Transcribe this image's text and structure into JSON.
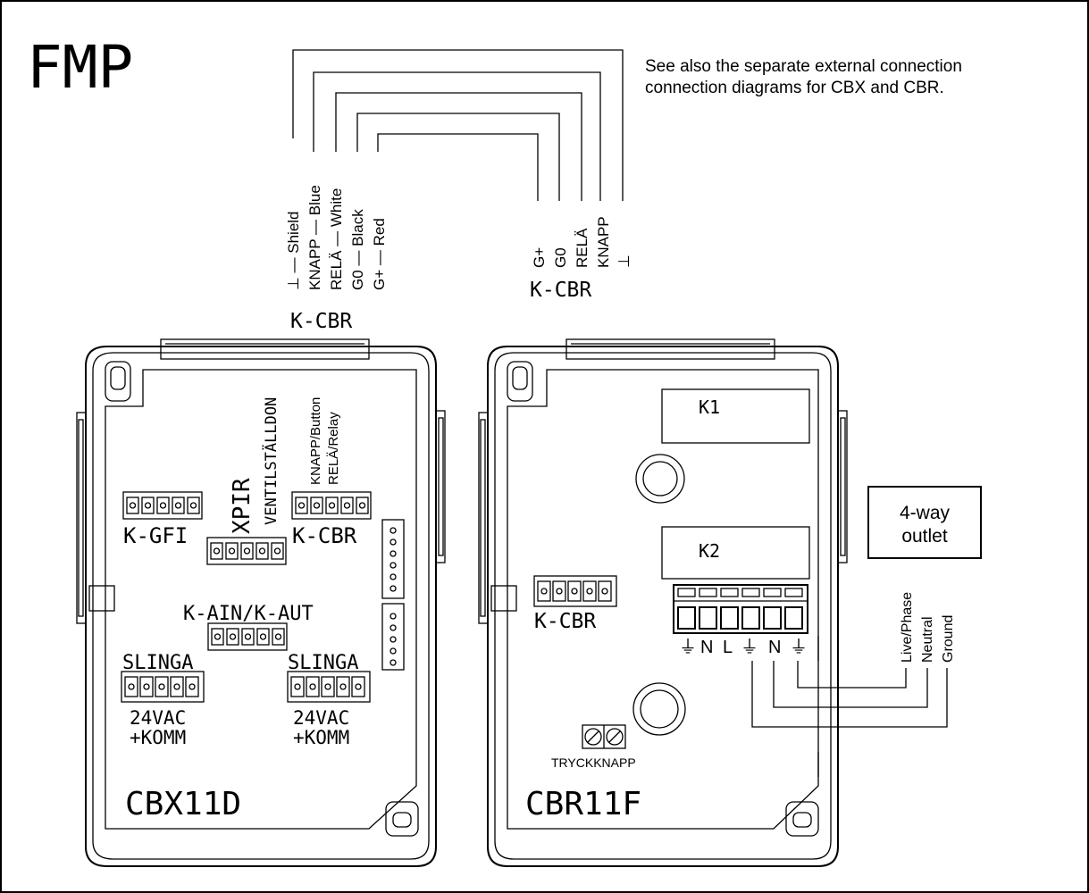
{
  "title": "FMP",
  "note": {
    "line1": "See also the separate external connection",
    "line2": "connection diagrams for CBX and CBR."
  },
  "cable": {
    "left_label": "K-CBR",
    "right_label": "K-CBR",
    "left_signals": [
      "⊥ ― Shield",
      "KNAPP ― Blue",
      "RELÄ ― White",
      "G0 ― Black",
      "G+ ― Red"
    ],
    "right_signals": [
      "G+",
      "G0",
      "RELÄ",
      "KNAPP",
      "⊥"
    ]
  },
  "cbx": {
    "name": "CBX11D",
    "k_gfi": "K-GFI",
    "xpir": "XPIR",
    "ventil": "VENTILSTÄLLDON",
    "knapp_button": "KNAPP/Button",
    "rela_relay": "RELÄ/Relay",
    "k_cbr": "K-CBR",
    "k_ain_aut": "K-AIN/K-AUT",
    "slinga_left": "SLINGA",
    "slinga_right": "SLINGA",
    "supply_left_1": "24VAC",
    "supply_left_2": "+KOMM",
    "supply_right_1": "24VAC",
    "supply_right_2": "+KOMM"
  },
  "cbr": {
    "name": "CBR11F",
    "k1": "K1",
    "k2": "K2",
    "k_cbr": "K-CBR",
    "terminals": [
      "⏚",
      "N",
      "L",
      "⏚",
      "N",
      "⏚"
    ],
    "button_label": "TRYCKKNAPP"
  },
  "outlet": {
    "line1": "4-way",
    "line2": "outlet",
    "wires": [
      "Live/Phase",
      "Neutral",
      "Ground"
    ]
  }
}
